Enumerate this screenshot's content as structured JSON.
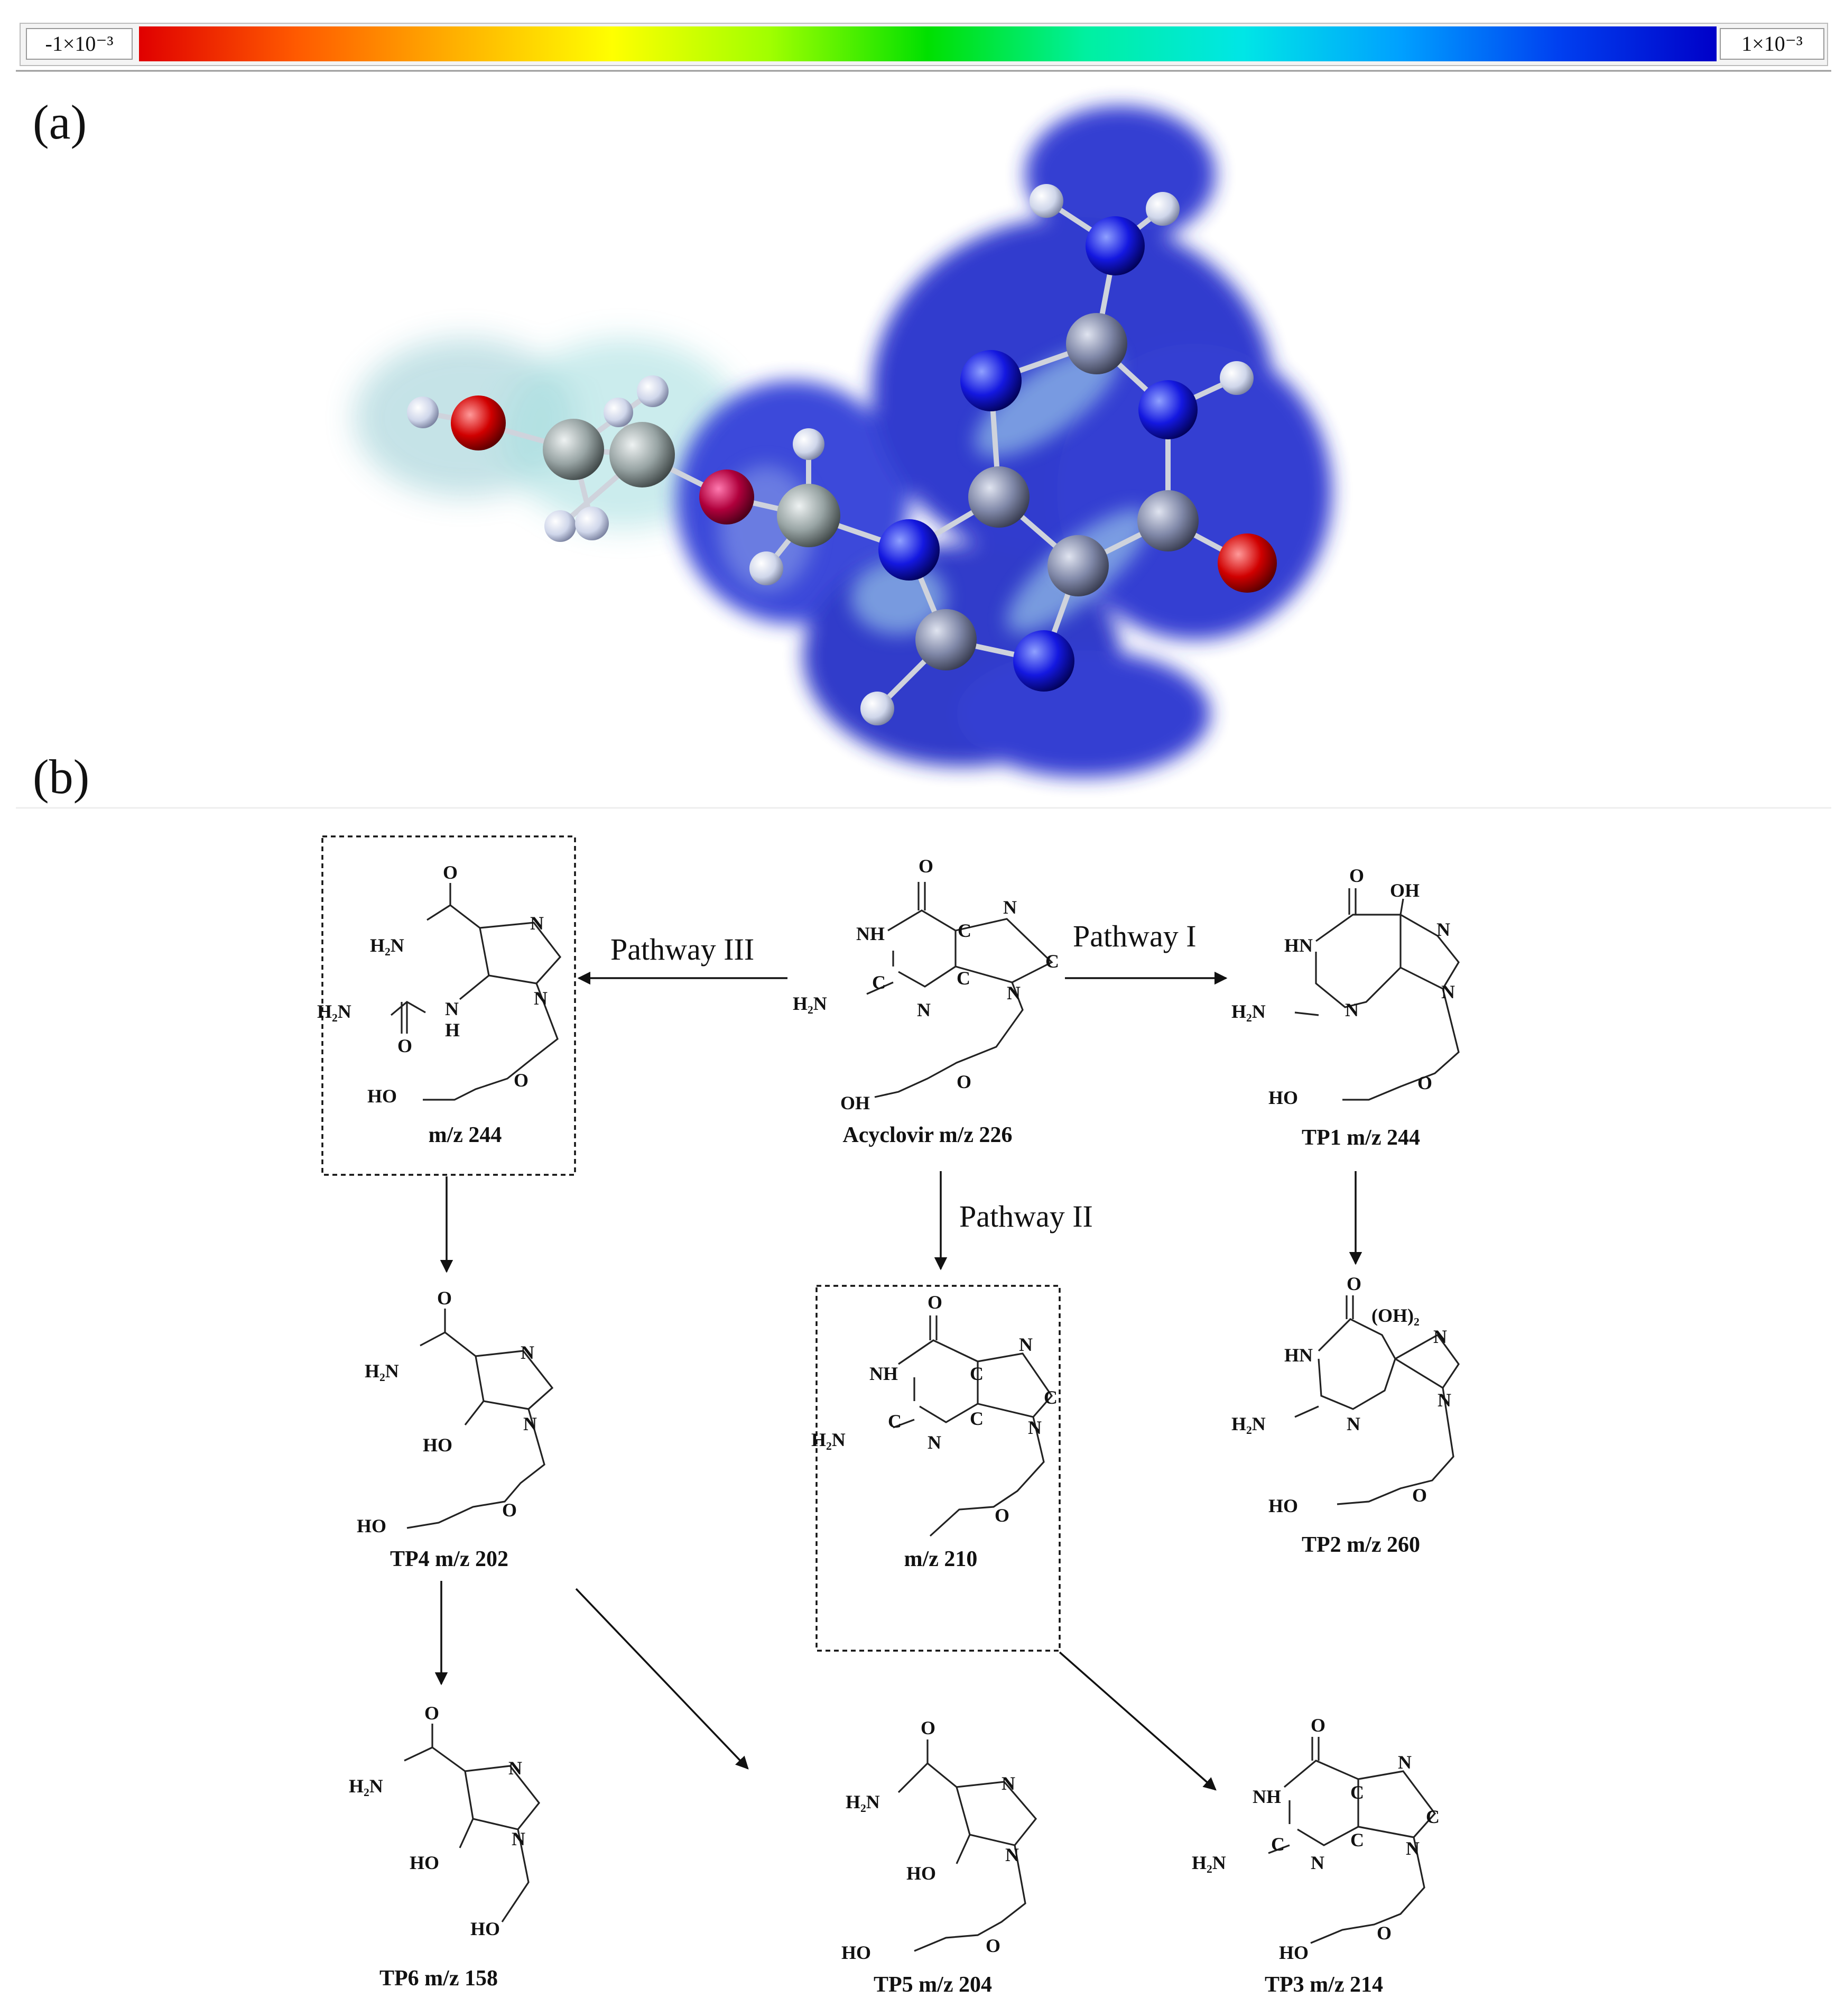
{
  "colorbar": {
    "min_label": "-1×10⁻³",
    "max_label": "1×10⁻³",
    "colors": [
      "#e00000",
      "#ff5a00",
      "#ffb000",
      "#ffff00",
      "#a0ff00",
      "#00e000",
      "#00f0a0",
      "#00e6e6",
      "#00a0ff",
      "#0040f0",
      "#0000c8"
    ]
  },
  "panel_a": {
    "label": "(a)"
  },
  "panel_b": {
    "label": "(b)"
  },
  "atom_colors": {
    "oxygen": "#cc0000",
    "nitrogen": "#1414e6",
    "carbon": "#8a8fa8",
    "hydrogen": "#e8ecf5",
    "surface": "#2a35d0"
  },
  "pathways": {
    "p1": "Pathway I",
    "p2": "Pathway II",
    "p3": "Pathway III"
  },
  "compounds": {
    "acyclovir": "Acyclovir m/z 226",
    "tp1": "TP1 m/z 244",
    "tp2": "TP2 m/z 260",
    "tp3": "TP3 m/z 214",
    "tp4": "TP4 m/z 202",
    "tp5": "TP5 m/z 204",
    "tp6": "TP6 m/z 158",
    "box244": "m/z 244",
    "box210": "m/z 210"
  },
  "atoms": {
    "O": "O",
    "OH": "OH",
    "HO": "HO",
    "H2N": "H₂N",
    "N": "N",
    "NH": "NH",
    "HN": "HN",
    "C": "C",
    "H": "H",
    "OH2": "(OH)₂"
  }
}
